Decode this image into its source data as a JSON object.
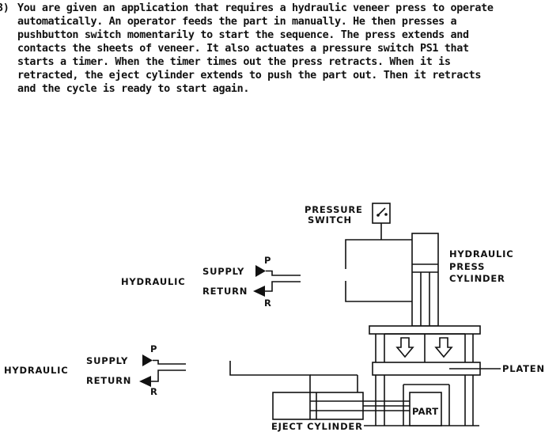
{
  "problem": {
    "number": "3)",
    "lines": [
      "You are given an application that requires a hydraulic veneer press to operate",
      "automatically.  An operator feeds the part in manually.  He then presses a",
      "pushbutton switch momentarily to start the sequence.  The press extends and",
      "contacts the sheets of veneer.  It also actuates a pressure switch PS1 that",
      "starts a timer.  When the timer times out the press retracts.  When it is",
      "retracted, the eject cylinder extends to push the part out.  Then it retracts",
      "and the cycle is ready to start again."
    ]
  },
  "diagram": {
    "pressure_switch_label": [
      "PRESSURE",
      "SWITCH"
    ],
    "press_cylinder_label": [
      "HYDRAULIC",
      "PRESS",
      "CYLINDER"
    ],
    "platen_label": "PLATEN",
    "part_label": "PART",
    "eject_cylinder_label": "EJECT CYLINDER",
    "upper_supply": {
      "hydraulic": "HYDRAULIC",
      "supply": "SUPPLY",
      "return": "RETURN",
      "p": "P",
      "r": "R"
    },
    "lower_supply": {
      "hydraulic": "HYDRAULIC",
      "supply": "SUPPLY",
      "return": "RETURN",
      "p": "P",
      "r": "R"
    }
  }
}
